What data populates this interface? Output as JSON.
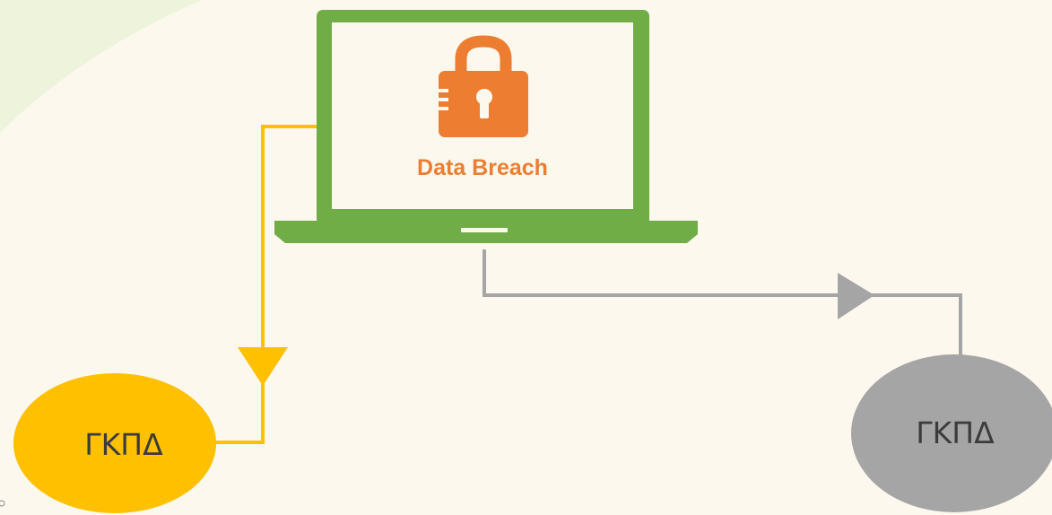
{
  "colors": {
    "background": "#fcf8ee",
    "background_blob": "#eef4dc",
    "laptop_frame": "#70ad47",
    "laptop_screen": "#fcf8ee",
    "lock": "#ed7d31",
    "label": "#ed7d31",
    "left_path": "#ffc000",
    "right_path": "#a5a5a5",
    "node_left": "#ffc000",
    "node_right": "#a5a5a5",
    "node_text": "#3b3b3b"
  },
  "icons": {
    "laptop": "laptop-icon",
    "lock": "padlock-icon"
  },
  "laptop": {
    "label": "Data Breach"
  },
  "nodes": {
    "left": {
      "label": "ΓΚΠΔ"
    },
    "right": {
      "label": "ΓΚΠΔ"
    }
  }
}
